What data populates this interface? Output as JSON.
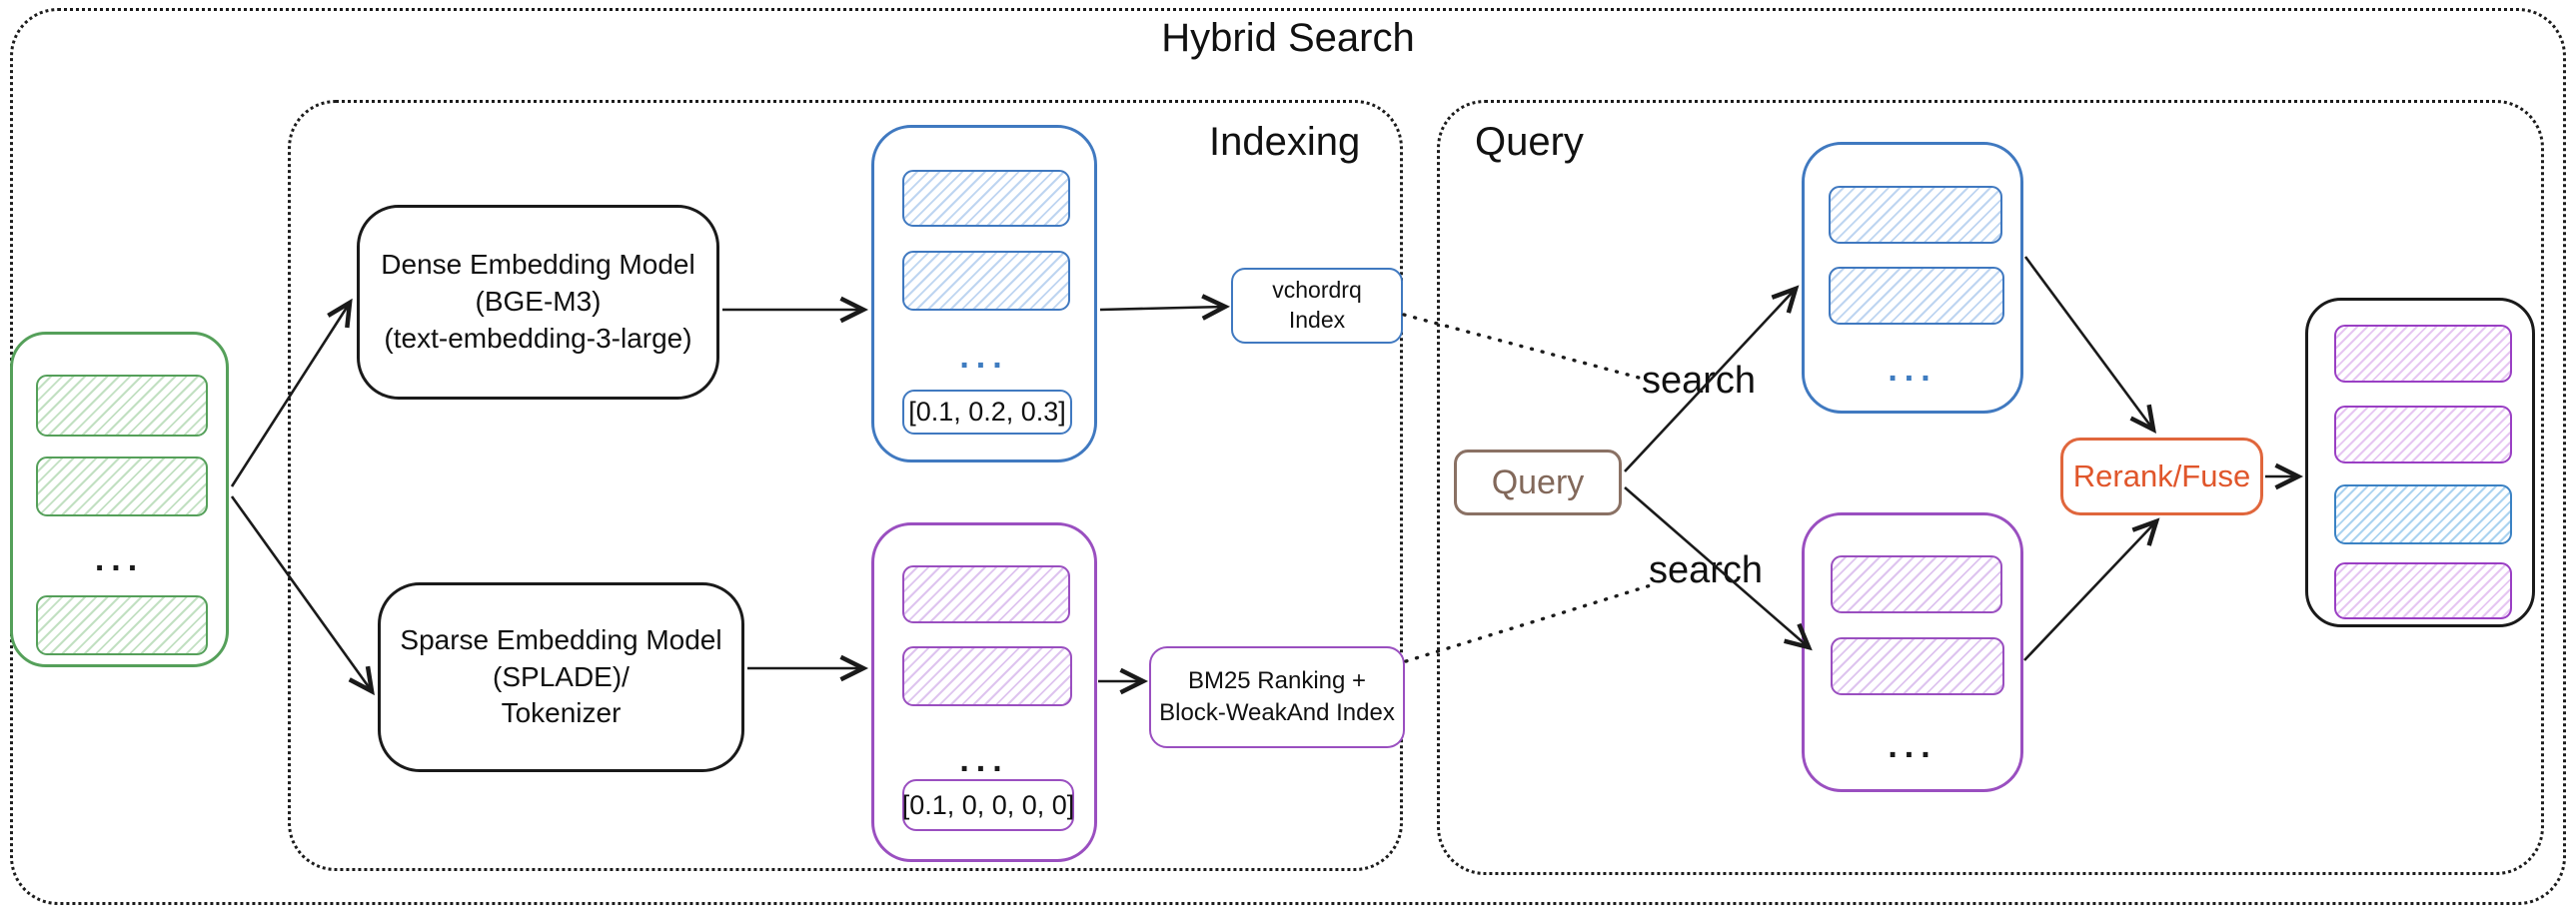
{
  "title": "Hybrid Search",
  "sections": {
    "indexing_label": "Indexing",
    "query_label": "Query"
  },
  "source_docs": {
    "ellipsis": "..."
  },
  "indexing": {
    "dense_model": {
      "lines": [
        "Dense Embedding Model",
        "(BGE-M3)",
        "(text-embedding-3-large)"
      ]
    },
    "sparse_model": {
      "lines": [
        "Sparse Embedding Model",
        "(SPLADE)/",
        "Tokenizer"
      ]
    },
    "dense_vectors": {
      "ellipsis": "...",
      "sample_vector": "[0.1, 0.2, 0.3]"
    },
    "sparse_vectors": {
      "ellipsis": "...",
      "sample_vector": "[0.1, 0, 0, 0, 0]"
    },
    "dense_index": {
      "lines": [
        "vchordrq",
        "Index"
      ]
    },
    "sparse_index": {
      "lines": [
        "BM25 Ranking +",
        "Block-WeakAnd Index"
      ]
    }
  },
  "query_flow": {
    "query_label": "Query",
    "search_label_top": "search",
    "search_label_bottom": "search",
    "dense_results": {
      "ellipsis": "..."
    },
    "sparse_results": {
      "ellipsis": "..."
    },
    "rerank_label": "Rerank/Fuse"
  },
  "colors": {
    "green": "#55a05a",
    "blue": "#4079c0",
    "purple": "#9a4fc0",
    "orange": "#e0562b",
    "brown": "#82685a",
    "line": "#1a1a1a"
  }
}
